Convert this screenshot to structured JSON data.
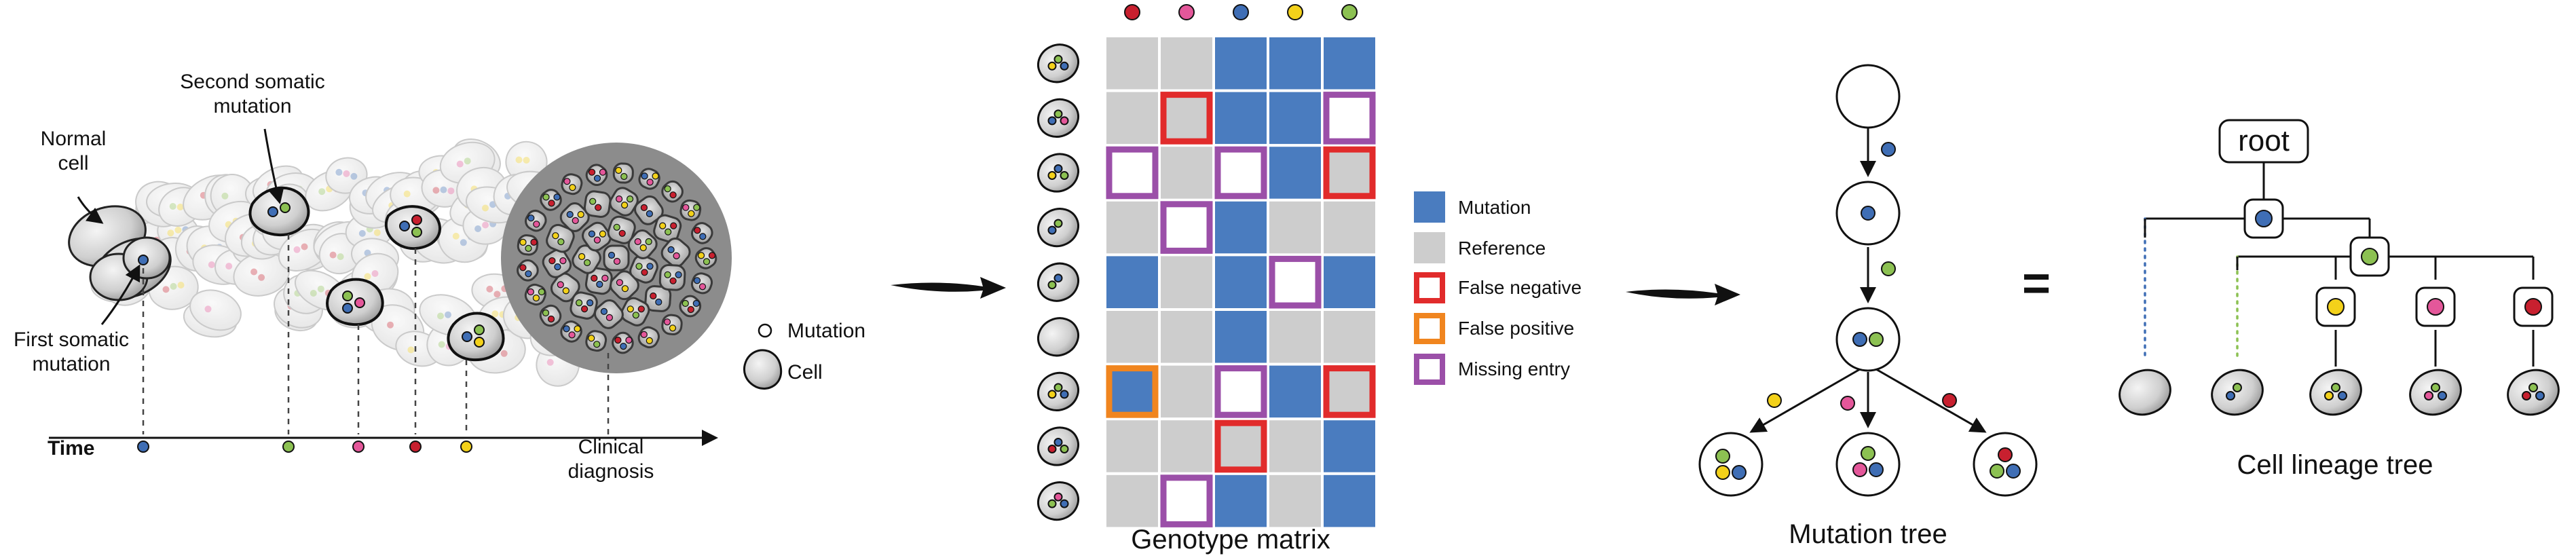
{
  "panel_a": {
    "normal_cell": [
      "Normal",
      "cell"
    ],
    "second_mutation": [
      "Second somatic",
      "mutation"
    ],
    "first_mutation": [
      "First somatic",
      "mutation"
    ],
    "clinical": [
      "Clinical",
      "diagnosis"
    ],
    "time": "Time",
    "legend_mutation": "Mutation",
    "legend_cell": "Cell"
  },
  "panel_b": {
    "title": "Genotype matrix",
    "legend": {
      "mutation": "Mutation",
      "reference": "Reference",
      "false_negative": "False negative",
      "false_positive": "False positive",
      "missing": "Missing entry"
    },
    "matrix": [
      [
        "R",
        "R",
        "M",
        "M",
        "M"
      ],
      [
        "R",
        "FN",
        "M",
        "M",
        "MISS"
      ],
      [
        "MISS",
        "R",
        "MISS",
        "M",
        "FN"
      ],
      [
        "R",
        "MISS",
        "M",
        "R",
        "R"
      ],
      [
        "M",
        "R",
        "M",
        "MISS",
        "M"
      ],
      [
        "R",
        "R",
        "M",
        "R",
        "R"
      ],
      [
        "FP",
        "R",
        "MISS",
        "M",
        "FN"
      ],
      [
        "R",
        "R",
        "FN",
        "R",
        "M"
      ],
      [
        "R",
        "MISS",
        "M",
        "R",
        "M"
      ]
    ]
  },
  "panel_c": {
    "title": "Mutation tree"
  },
  "equals": "=",
  "panel_d": {
    "root": "root",
    "title": "Cell lineage tree"
  },
  "colors": {
    "red": "#c8202f",
    "pink": "#e4579a",
    "blue": "#3f6eb5",
    "yellow": "#f3d11a",
    "green": "#8cc152",
    "matrix_blue": "#4a7cbf",
    "matrix_grey": "#cdcdcd",
    "false_negative": "#e12b2b",
    "false_positive": "#f0851f",
    "missing": "#9b4fa8",
    "time_label": "#d02020"
  }
}
